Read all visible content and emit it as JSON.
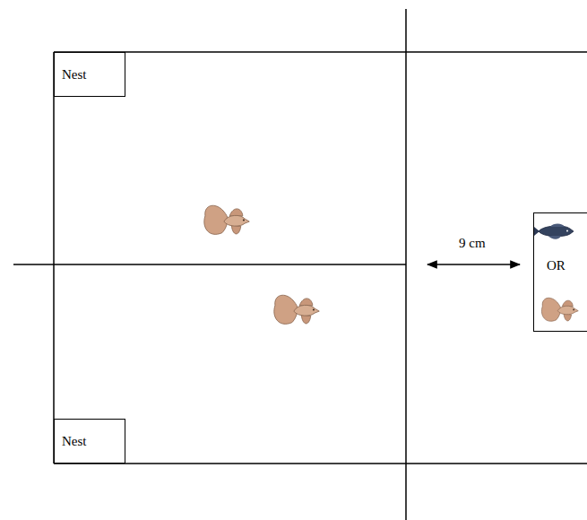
{
  "diagram": {
    "nodes": [
      {
        "text": [
          "Nest"
        ]
      },
      {
        "text": [
          "Nest"
        ]
      },
      {
        "text": [
          "OR"
        ]
      }
    ],
    "labels": [
      "9 cm"
    ]
  }
}
